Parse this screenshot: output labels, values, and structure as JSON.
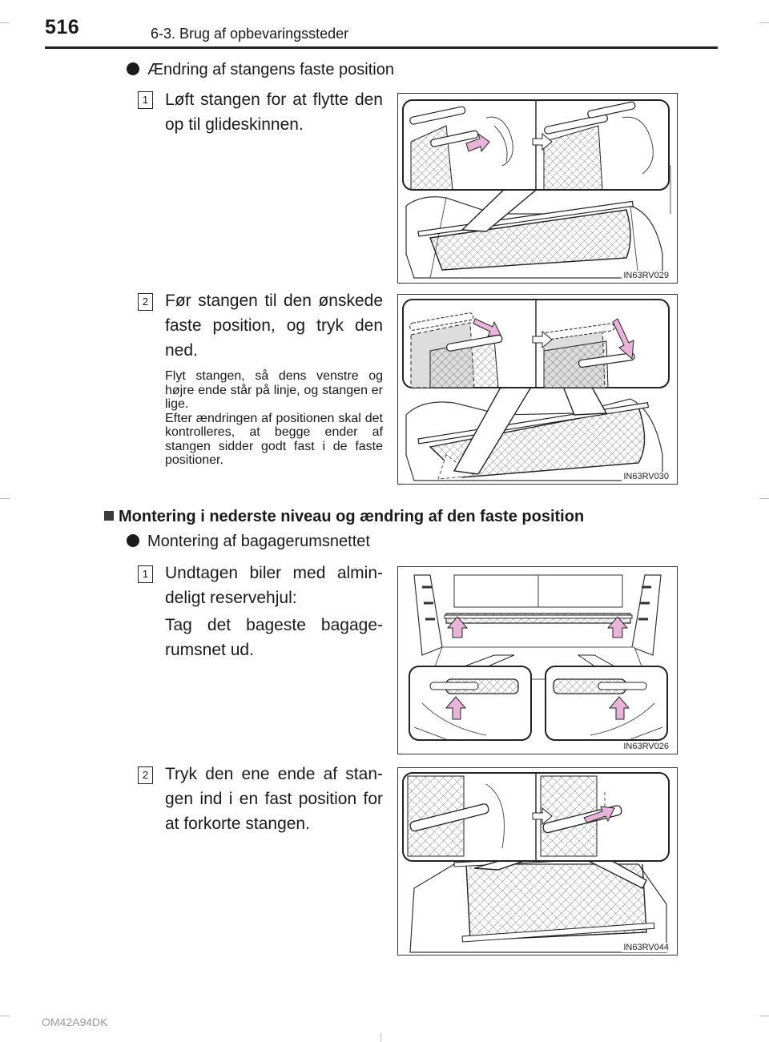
{
  "header": {
    "page_number": "516",
    "chapter_title": "6-3. Brug af opbevaringssteder"
  },
  "section1": {
    "bullet": "Ændring af stangens faste position",
    "steps": [
      {
        "number": "1",
        "text": "Løft stangen for at flytte den op til glideskinnen.",
        "figure_code": "IN63RV029"
      },
      {
        "number": "2",
        "text": "Før stangen til den ønskede faste position, og tryk den ned.",
        "note_1": "Flyt stangen, så dens venstre og højre ende står på linje, og stangen er lige.",
        "note_2": "Efter ændringen af positionen skal det kontrolleres, at begge ender af stangen sidder godt fast i de faste positioner.",
        "figure_code": "IN63RV030"
      }
    ]
  },
  "section2": {
    "heading": "Montering i nederste niveau og ændring af den faste position",
    "bullet": "Montering af bagagerumsnettet",
    "steps": [
      {
        "number": "1",
        "text_1": "Undtagen biler med almin-deligt reservehjul:",
        "text_2": "Tag det bageste bagage-rumsnet ud.",
        "figure_code": "IN63RV026"
      },
      {
        "number": "2",
        "text": "Tryk den ene ende af stan-gen ind i en fast position for at forkorte stangen.",
        "figure_code": "IN63RV044"
      }
    ]
  },
  "footer": {
    "watermark": "OM42A94DK"
  },
  "colors": {
    "arrow_fill": "#e8b4d8",
    "line": "#222222"
  }
}
